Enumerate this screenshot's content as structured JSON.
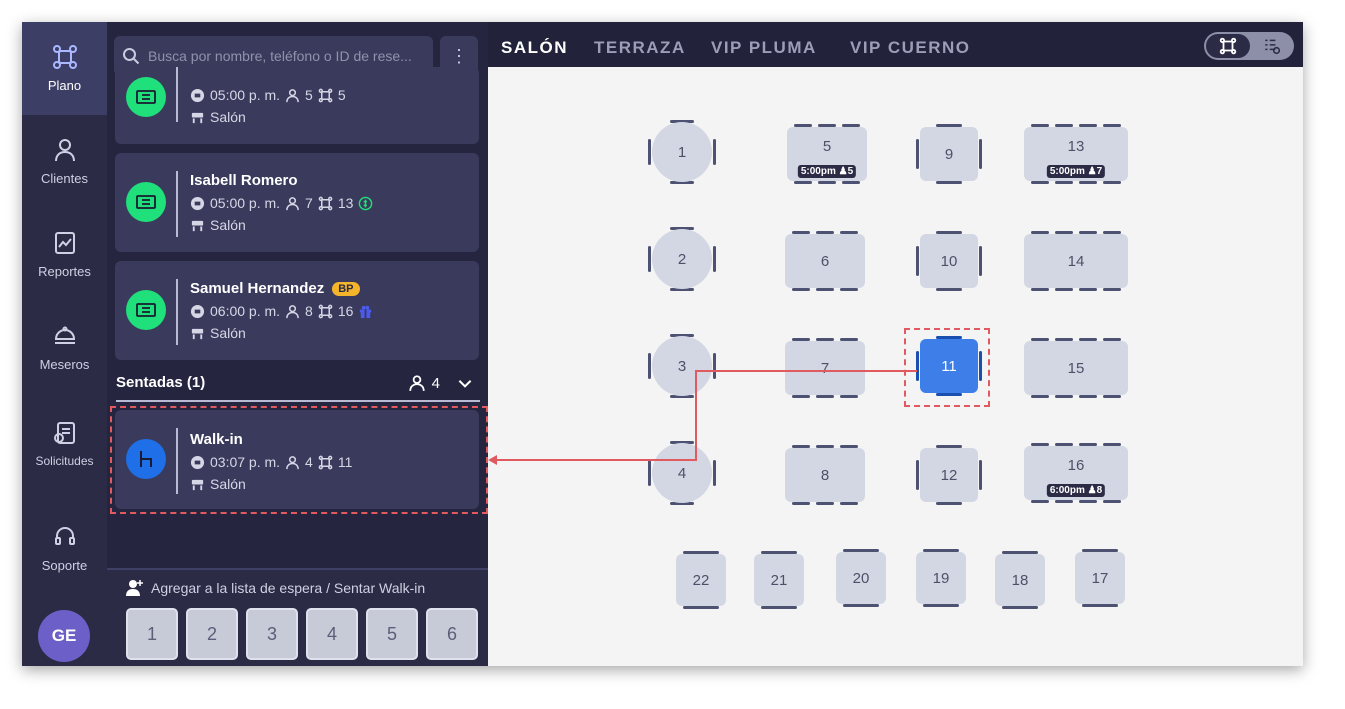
{
  "nav": {
    "items": [
      {
        "label": "Plano",
        "icon": "floor-plan-icon"
      },
      {
        "label": "Clientes",
        "icon": "user-icon"
      },
      {
        "label": "Reportes",
        "icon": "reports-icon"
      },
      {
        "label": "Meseros",
        "icon": "waiter-icon"
      },
      {
        "label": "Solicitudes",
        "icon": "requests-icon"
      },
      {
        "label": "Soporte",
        "icon": "headset-icon"
      }
    ],
    "avatar": "GE"
  },
  "search": {
    "placeholder": "Busca por nombre, teléfono o ID de rese..."
  },
  "reservations": [
    {
      "name": "",
      "time": "05:00 p. m.",
      "guests": "5",
      "table": "5",
      "area": "Salón"
    },
    {
      "name": "Isabell Romero",
      "time": "05:00 p. m.",
      "guests": "7",
      "table": "13",
      "area": "Salón"
    },
    {
      "name": "Samuel Hernandez",
      "badge": "BP",
      "time": "06:00 p. m.",
      "guests": "8",
      "table": "16",
      "area": "Salón"
    }
  ],
  "seated": {
    "label": "Sentadas (1)",
    "count": "4"
  },
  "walkin": {
    "name": "Walk-in",
    "time": "03:07 p. m.",
    "guests": "4",
    "table": "11",
    "area": "Salón"
  },
  "footer": {
    "waitlist_label": "Agregar a la lista de espera / Sentar Walk-in",
    "party_sizes": [
      "1",
      "2",
      "3",
      "4",
      "5",
      "6"
    ]
  },
  "tabs": [
    "SALÓN",
    "TERRAZA",
    "VIP PLUMA",
    "VIP CUERNO"
  ],
  "tables": [
    {
      "n": "1",
      "chip": ""
    },
    {
      "n": "5",
      "chip": "5:00pm ♟5"
    },
    {
      "n": "9",
      "chip": ""
    },
    {
      "n": "13",
      "chip": "5:00pm ♟7"
    },
    {
      "n": "2",
      "chip": ""
    },
    {
      "n": "6",
      "chip": ""
    },
    {
      "n": "10",
      "chip": ""
    },
    {
      "n": "14",
      "chip": ""
    },
    {
      "n": "3",
      "chip": ""
    },
    {
      "n": "7",
      "chip": ""
    },
    {
      "n": "11",
      "chip": ""
    },
    {
      "n": "15",
      "chip": ""
    },
    {
      "n": "4",
      "chip": ""
    },
    {
      "n": "8",
      "chip": ""
    },
    {
      "n": "12",
      "chip": ""
    },
    {
      "n": "16",
      "chip": "6:00pm ♟8"
    },
    {
      "n": "22",
      "chip": ""
    },
    {
      "n": "21",
      "chip": ""
    },
    {
      "n": "20",
      "chip": ""
    },
    {
      "n": "19",
      "chip": ""
    },
    {
      "n": "18",
      "chip": ""
    },
    {
      "n": "17",
      "chip": ""
    }
  ],
  "colors": {
    "accent": "#3d7ee8",
    "green": "#1fe07a",
    "highlight": "#e05a60",
    "badge": "#f5b52a"
  }
}
